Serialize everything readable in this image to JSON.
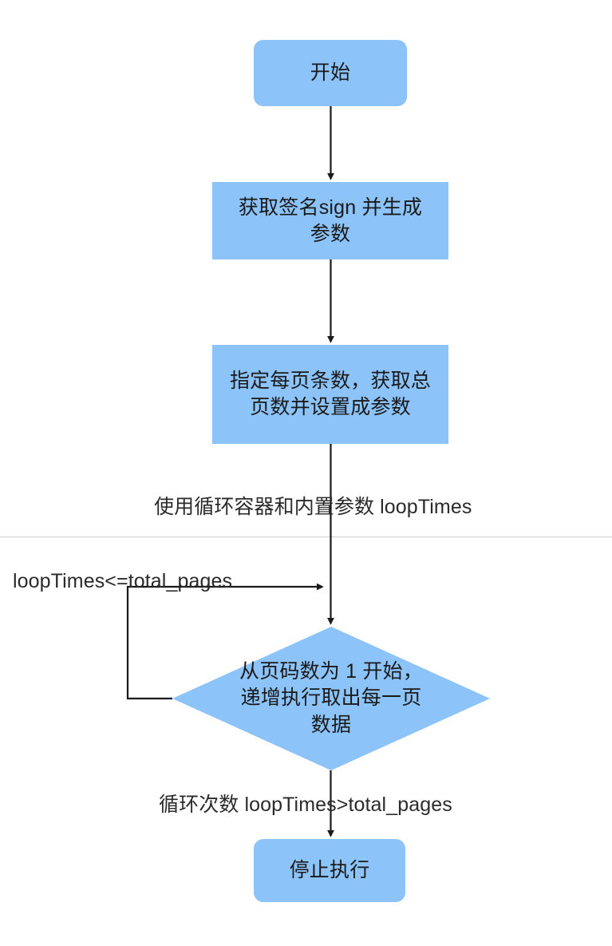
{
  "diagram": {
    "title": "循环获取分页数据流程图",
    "colors": {
      "node_fill": "#8CC3F9",
      "text": "#1a1a1a",
      "edge": "#1a1a1a",
      "divider": "#d8d8d8",
      "background": "#ffffff"
    },
    "nodes": [
      {
        "id": "start",
        "shape": "rounded-rectangle",
        "label": "开始"
      },
      {
        "id": "sign",
        "shape": "rectangle",
        "label": "获取签名sign 并生成\n参数"
      },
      {
        "id": "pages",
        "shape": "rectangle",
        "label": "指定每页条数，获取总\n页数并设置成参数"
      },
      {
        "id": "loop",
        "shape": "diamond",
        "label": "从页码数为 1 开始，\n递增执行取出每一页\n数据"
      },
      {
        "id": "stop",
        "shape": "rounded-rectangle",
        "label": "停止执行"
      }
    ],
    "edge_labels": [
      {
        "id": "loop-container",
        "text": "使用循环容器和内置参数 loopTimes"
      },
      {
        "id": "loop-condition-true",
        "text": "loopTimes<=total_pages"
      },
      {
        "id": "loop-condition-false",
        "text": "循环次数 loopTimes>total_pages"
      }
    ]
  }
}
